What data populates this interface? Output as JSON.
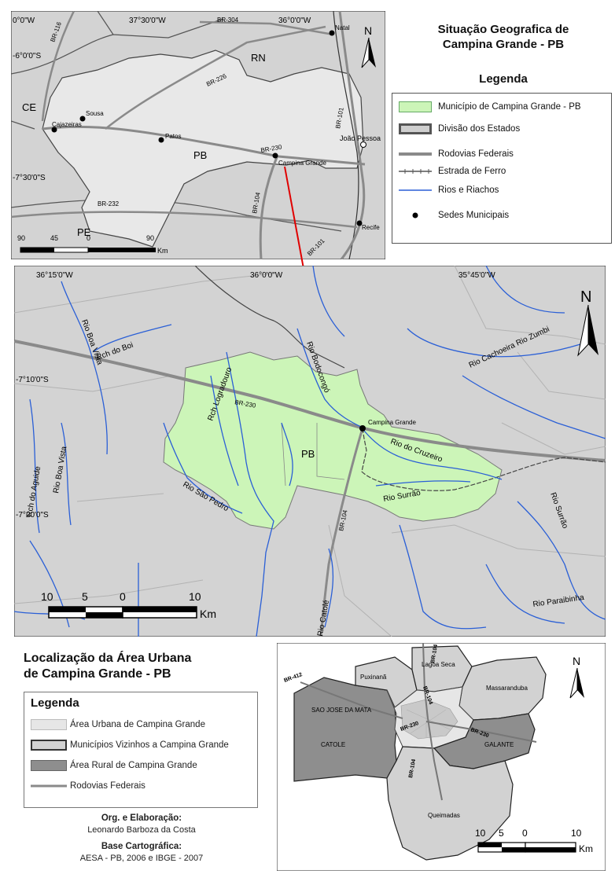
{
  "top_map": {
    "title_line1": "Situação Geografica de",
    "title_line2": "Campina Grande - PB",
    "lon_labels": [
      "0°0\"W",
      "37°30'0\"W",
      "36°0'0\"W"
    ],
    "lat_labels": [
      "-6°0'0\"S",
      "-7°30'0\"S"
    ],
    "roads": [
      "BR-116",
      "BR-304",
      "BR-226",
      "BR-101",
      "BR-230",
      "BR-104",
      "BR-232",
      "BR-101"
    ],
    "states": [
      "RN",
      "CE",
      "PB",
      "PE"
    ],
    "cities": [
      "Natal",
      "Sousa",
      "Cajazeiras",
      "Patos",
      "João Pessoa",
      "Campina Grande",
      "Recife"
    ],
    "scale_ticks": [
      "90",
      "45",
      "0",
      "90"
    ],
    "scale_unit": "Km",
    "north": "N"
  },
  "legend_top": {
    "heading": "Legenda",
    "items": [
      {
        "label": "Município de Campina Grande - PB"
      },
      {
        "label": "Divisão dos Estados"
      },
      {
        "label": "Rodovias Federais"
      },
      {
        "label": "Estrada de Ferro"
      },
      {
        "label": "Rios e Riachos"
      },
      {
        "label": "Sedes Municipais"
      }
    ]
  },
  "middle_map": {
    "lon_labels": [
      "36°15'0\"W",
      "36°0'0\"W",
      "35°45'0\"W"
    ],
    "lat_labels": [
      "-7°10'0\"S",
      "-7°20'0\"S"
    ],
    "rivers": [
      "Rio Boa Vista",
      "Rch do Boi",
      "Rio Cachoeira Rio Zumbi",
      "Rio Bodocongó",
      "Rch Logradouro",
      "Rch do Aguide",
      "Rio Boa Vista",
      "Rio São Pedro",
      "Rio do Cruzeiro",
      "Rio Surrão",
      "Rio Surrão",
      "Rio Paraibinha",
      "Rio Catolé"
    ],
    "road_labels": [
      "BR-230",
      "BR-104"
    ],
    "city": "Campina Grande",
    "state": "PB",
    "scale_ticks": [
      "10",
      "5",
      "0",
      "10"
    ],
    "scale_unit": "Km",
    "north": "N"
  },
  "urban_section": {
    "title_line1": "Localização da Área Urbana",
    "title_line2": "de Campina Grande - PB",
    "legend_heading": "Legenda",
    "legend_items": [
      {
        "label": "Área Urbana de Campina Grande"
      },
      {
        "label": "Municípios Vizinhos a Campina Grande"
      },
      {
        "label": "Área Rural de Campina Grande"
      },
      {
        "label": "Rodovias Federais"
      }
    ],
    "credits_heading1": "Org. e Elaboração:",
    "credits_author": "Leonardo Barboza da Costa",
    "credits_heading2": "Base Cartográfica:",
    "credits_source": "AESA - PB, 2006 e IBGE - 2007"
  },
  "bottom_map": {
    "municipalities": [
      "Puxinanã",
      "Lagoa Seca",
      "SAO JOSE DA MATA",
      "Massaranduba",
      "CATOLE",
      "GALANTE",
      "Queimadas"
    ],
    "roads": [
      "BR-412",
      "BR-104",
      "BR-104",
      "BR-230",
      "BR-230",
      "BR-104"
    ],
    "scale_ticks": [
      "10",
      "5",
      "0",
      "10"
    ],
    "scale_unit": "Km",
    "north": "N"
  },
  "colors": {
    "municipality_fill": "#ccf5b8",
    "state_fill": "#e8e8e8",
    "outer_fill": "#d3d3d3",
    "road": "#8a8a8a",
    "river": "#2a5fd6",
    "connector": "#e00000",
    "rural_fill": "#8e8e8e",
    "urban_fill": "#e6e6e6",
    "neighbor_fill": "#d2d2d2"
  }
}
